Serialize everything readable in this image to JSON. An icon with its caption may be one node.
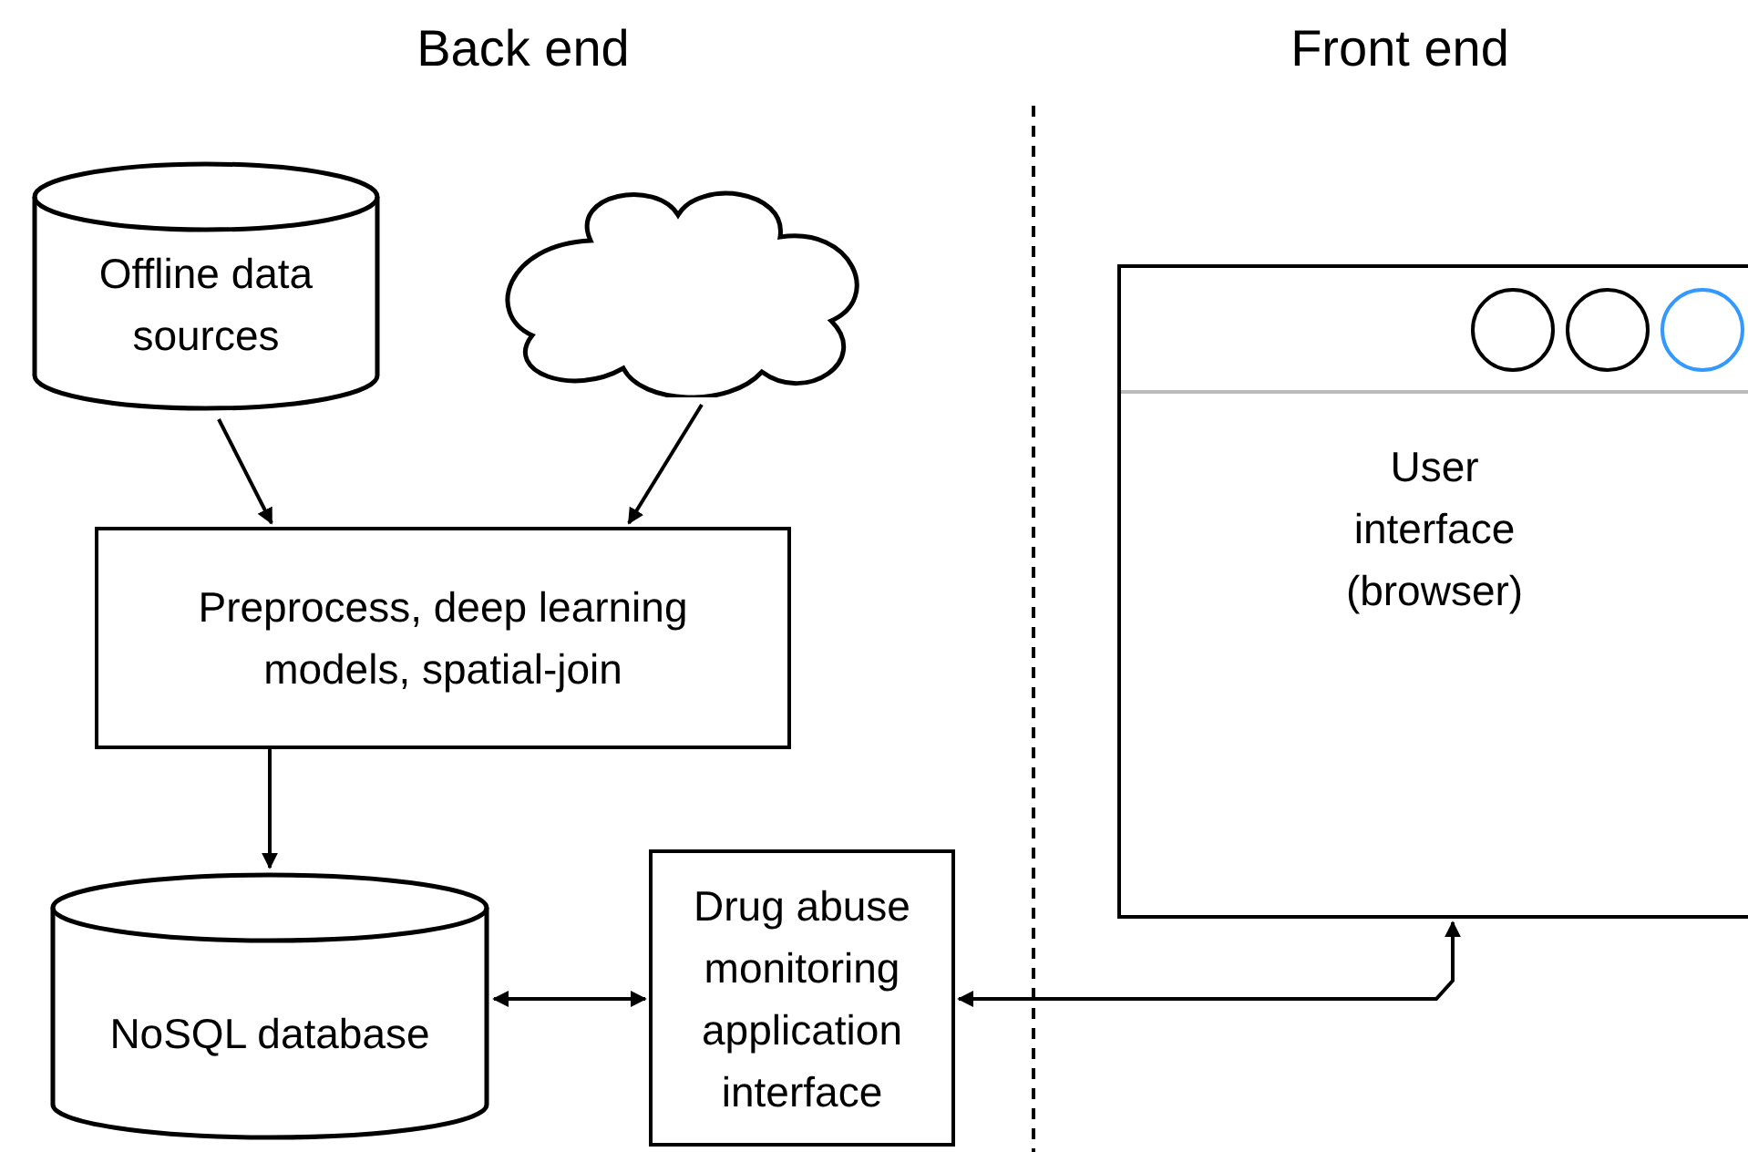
{
  "diagram": {
    "nodes": [
      {
        "text": [
          "Offline data sources"
        ]
      },
      {
        "text": [],
        "shape": "cloud"
      },
      {
        "text": [
          "Preprocess, deep learning models, spatial-join"
        ]
      },
      {
        "text": [
          "NoSQL database"
        ]
      },
      {
        "text": [
          "Drug abuse monitoring application interface"
        ]
      },
      {
        "text": [
          "User interface (browser)"
        ]
      }
    ],
    "edges": [
      {
        "from": 0,
        "to": 2,
        "arrow": "to"
      },
      {
        "from": 1,
        "to": 2,
        "arrow": "to"
      },
      {
        "from": 2,
        "to": 3,
        "arrow": "to"
      },
      {
        "from": 3,
        "to": 4,
        "arrow": "both"
      },
      {
        "from": 4,
        "to": 5,
        "arrow": "both"
      }
    ],
    "labels": [
      "Back end",
      "Front end"
    ]
  }
}
